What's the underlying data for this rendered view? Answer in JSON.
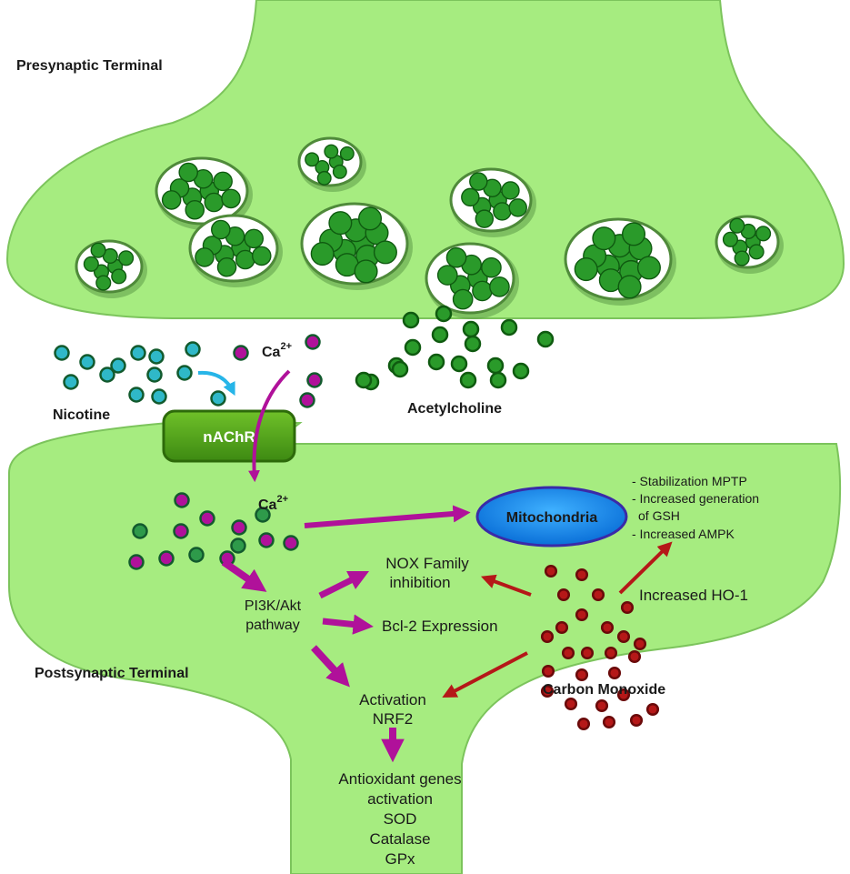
{
  "labels": {
    "presynaptic": "Presynaptic Terminal",
    "postsynaptic": "Postsynaptic Terminal",
    "nicotine": "Nicotine",
    "acetylcholine": "Acetylcholine",
    "nachr": "nAChR",
    "ca_ion": "Ca",
    "ca_charge": "2+",
    "mitochondria": "Mitochondria",
    "carbon_monoxide": "Carbon Monoxide",
    "increased_ho1": "Increased HO-1"
  },
  "mito_effects": [
    "- Stabilization MPTP",
    "- Increased generation",
    "of GSH",
    "- Increased AMPK"
  ],
  "pathway": {
    "pi3k": [
      "PI3K/Akt",
      "pathway"
    ],
    "nox": [
      "NOX Family",
      "inhibition"
    ],
    "bcl2": "Bcl-2 Expression",
    "nrf2": [
      "Activation",
      "NRF2"
    ],
    "antioxidant": [
      "Antioxidant genes",
      "activation",
      "SOD",
      "Catalase",
      "GPx"
    ]
  },
  "colors": {
    "membrane": "#a6ec80",
    "vesicle": "#2a9a2a",
    "nicotine": "#2fb8c8",
    "calcium": "#b0119a",
    "arrow_ca": "#b0119a",
    "arrow_nicotine": "#27b5e8",
    "carbon_monoxide": "#b51818",
    "mitochondria": "#1a8ff0",
    "receptor": "#4f9a16"
  },
  "icons": [
    "vesicle-cluster",
    "receptor-channel",
    "mitochondrion",
    "molecule-dot"
  ]
}
